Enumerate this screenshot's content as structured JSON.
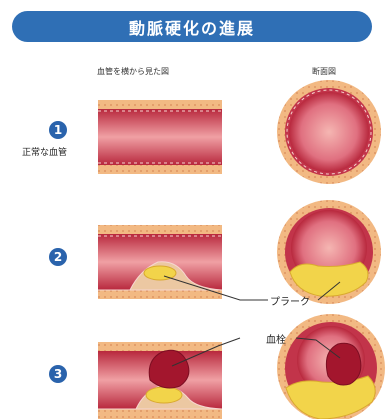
{
  "title": "動脈硬化の進展",
  "column_labels": {
    "side": "血管を横から見た図",
    "cross": "断面図"
  },
  "steps": [
    {
      "number": "1",
      "label": "正常な血管"
    },
    {
      "number": "2",
      "label": ""
    },
    {
      "number": "3",
      "label": ""
    }
  ],
  "callouts": {
    "plaque": "プラーク",
    "thrombus": "血栓"
  },
  "colors": {
    "title_bg": "#2f6fb5",
    "step_circle": "#2a63ac",
    "vessel_wall": "#efb07c",
    "vessel_inner": "#c9394d",
    "plaque": "#f2d44a",
    "thrombus": "#a3162d"
  }
}
